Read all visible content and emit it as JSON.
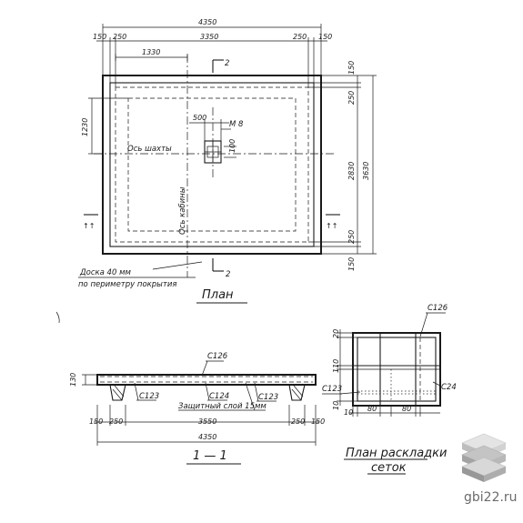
{
  "plan": {
    "dims_top": {
      "overall": "4350",
      "left_edge": "150",
      "left_inner": "250",
      "middle": "3350",
      "right_inner": "250",
      "right_edge": "150",
      "offset": "1330"
    },
    "dims_left": {
      "offset": "1230"
    },
    "dims_right": {
      "overall": "3630",
      "top_edge": "150",
      "top_inner": "250",
      "middle": "2830",
      "bottom_inner": "250",
      "bottom_edge": "150"
    },
    "hole": {
      "width": "500",
      "anchor": "M 8",
      "size": "100"
    },
    "labels": {
      "shaft_axis": "Ось шахты",
      "cab_axis": "Ось кабины",
      "board_line1": "Доска 40 мм",
      "board_line2": "по периметру покрытия"
    },
    "section_mark": "2",
    "section_arrows": {
      "left": "↑↑",
      "right": "↑↑"
    },
    "title": "План"
  },
  "section": {
    "height": "130",
    "labels": {
      "c126": "С126",
      "c123_left": "С123",
      "c124": "С124",
      "c123_right": "С123",
      "cover": "Защитный слой 15мм"
    },
    "dims": {
      "left_edge": "150",
      "left_inner": "250",
      "middle": "3550",
      "right_inner": "250",
      "right_edge": "150",
      "overall": "4350"
    },
    "title": "1 — 1"
  },
  "mesh": {
    "labels": {
      "c126": "С126",
      "c123": "С123",
      "c124": "С24"
    },
    "dims_left": {
      "d20": "20",
      "d110": "110",
      "d10": "10"
    },
    "dims_bottom": {
      "d10": "10",
      "d80a": "80",
      "d80b": "80"
    },
    "title_line1": "План раскладки",
    "title_line2": "сеток"
  },
  "watermark": {
    "text": "gbi22.ru"
  }
}
